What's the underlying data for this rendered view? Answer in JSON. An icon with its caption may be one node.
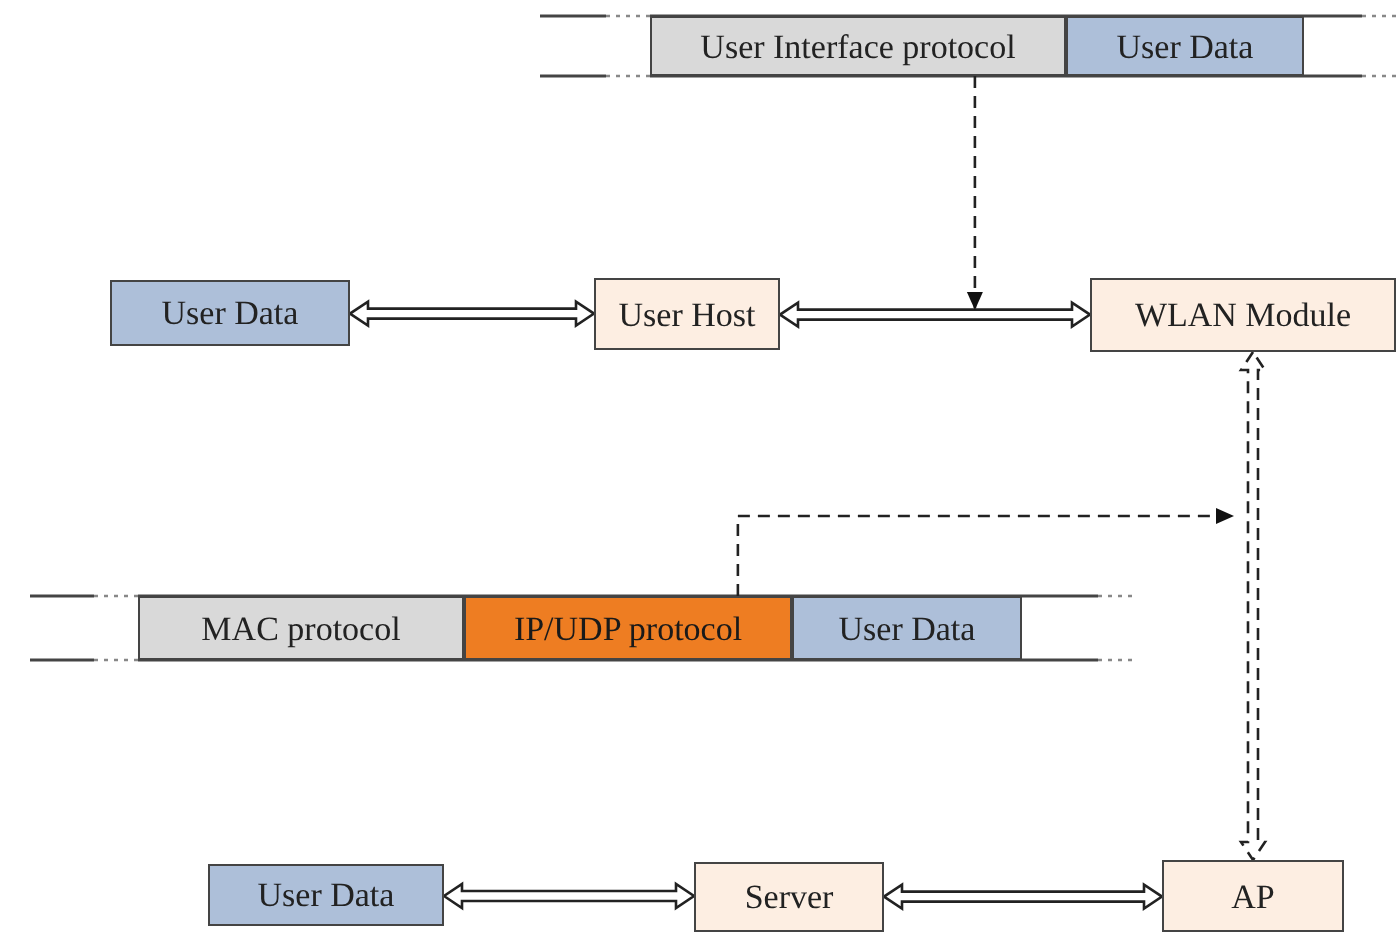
{
  "diagram": {
    "nodes": [
      {
        "text": [
          "User Interface protocol"
        ]
      },
      {
        "text": [
          "User Data"
        ]
      },
      {
        "text": [
          "User Data"
        ]
      },
      {
        "text": [
          "User Host"
        ]
      },
      {
        "text": [
          "WLAN Module"
        ]
      },
      {
        "text": [
          "MAC protocol"
        ]
      },
      {
        "text": [
          "IP/UDP protocol"
        ]
      },
      {
        "text": [
          "User Data"
        ]
      },
      {
        "text": [
          "User Data"
        ]
      },
      {
        "text": [
          "Server"
        ]
      },
      {
        "text": [
          "AP"
        ]
      }
    ],
    "edges": [
      {
        "from": 2,
        "to": 3,
        "arrow": "both"
      },
      {
        "from": 3,
        "to": 4,
        "arrow": "both"
      },
      {
        "from": 4,
        "to": 10,
        "arrow": "both",
        "style": "dashed"
      },
      {
        "from": 8,
        "to": 9,
        "arrow": "both"
      },
      {
        "from": 9,
        "to": 10,
        "arrow": "both"
      },
      {
        "from": 0,
        "to": null,
        "arrow": "to",
        "style": "dashed"
      },
      {
        "from": 6,
        "to": null,
        "arrow": "to",
        "style": "dashed"
      }
    ]
  }
}
